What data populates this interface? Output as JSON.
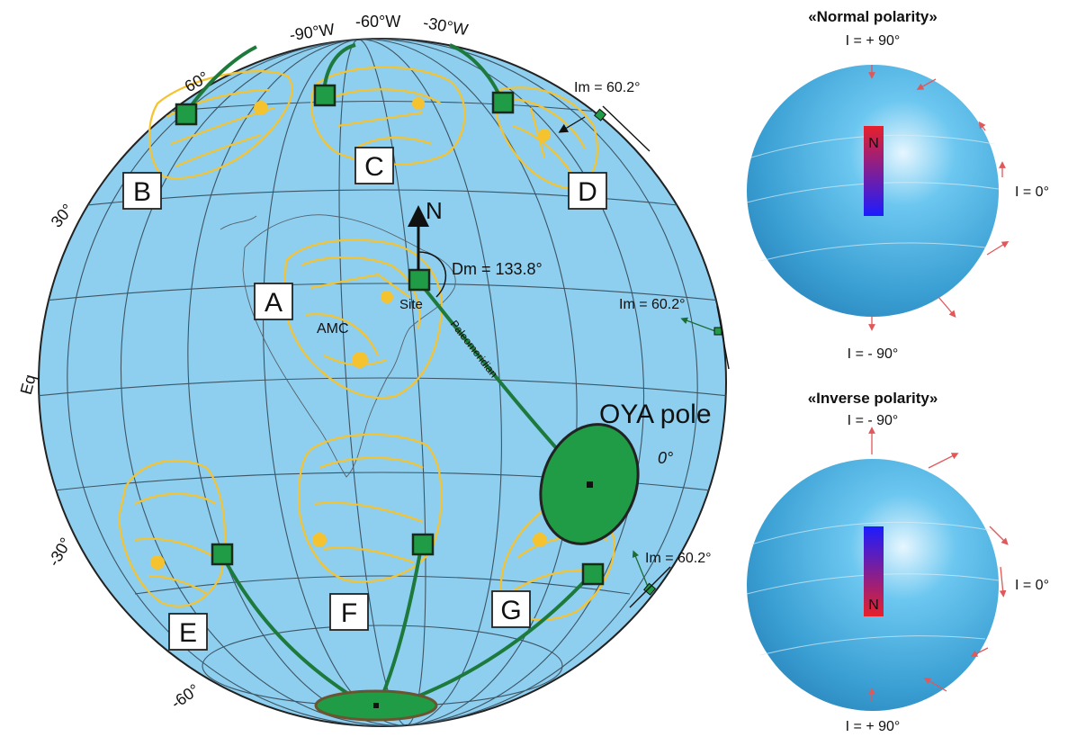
{
  "globe": {
    "longitude_labels": [
      "-90°W",
      "-60°W",
      "-30°W"
    ],
    "latitude_labels": [
      "60°",
      "30°",
      "Eq",
      "-30°",
      "-60°"
    ],
    "zero_label": "0°",
    "north_label": "N",
    "site_label": "Site",
    "amc_label": "AMC",
    "paleomeridian_label": "Paleomeridian",
    "declination_label": "Dm = 133.8°",
    "inclination_labels": [
      "Im = 60.2°",
      "Im = 60.2°",
      "Im = 60.2°"
    ],
    "pole_label": "OYA pole",
    "position_labels": [
      "A",
      "B",
      "C",
      "D",
      "E",
      "F",
      "G"
    ],
    "colors": {
      "ocean": "#8ecfef",
      "craton": "#f5c330",
      "site": "#1f9c45",
      "pole": "#1f9c45"
    }
  },
  "normal": {
    "title": "«Normal polarity»",
    "top_label": "I = + 90°",
    "right_label": "I = 0°",
    "bottom_label": "I = - 90°",
    "magnet_label": "N"
  },
  "inverse": {
    "title": "«Inverse polarity»",
    "top_label": "I = - 90°",
    "right_label": "I = 0°",
    "bottom_label": "I = + 90°",
    "magnet_label": "N"
  }
}
